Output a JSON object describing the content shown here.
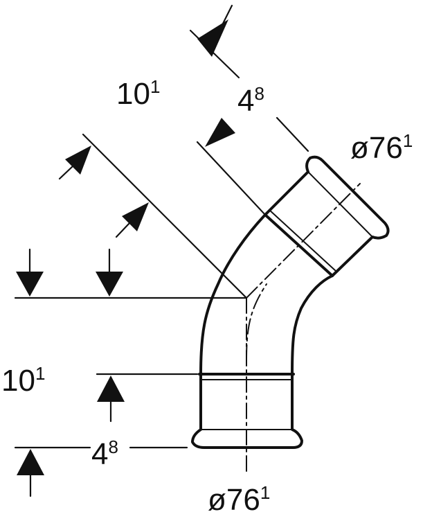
{
  "dimensions": {
    "top_length": {
      "main": "10",
      "sup": "1"
    },
    "top_insertion": {
      "main": "4",
      "sup": "8"
    },
    "top_diameter": {
      "main": "ø76",
      "sup": "1"
    },
    "left_length": {
      "main": "10",
      "sup": "1"
    },
    "left_insertion": {
      "main": "4",
      "sup": "8"
    },
    "bottom_diameter": {
      "main": "ø76",
      "sup": "1"
    }
  },
  "colors": {
    "line": "#111111",
    "background": "#ffffff"
  }
}
